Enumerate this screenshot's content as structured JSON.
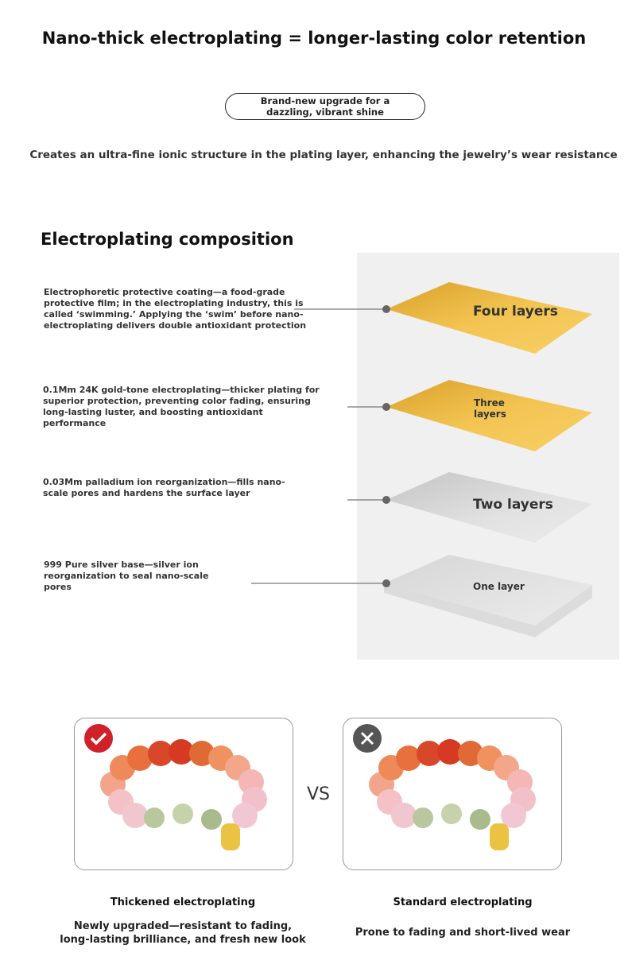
{
  "header": {
    "title": "Nano-thick electroplating = longer-lasting color retention",
    "pill": "Brand-new upgrade for a dazzling, vibrant shine",
    "subtitle": "Creates an ultra-fine ionic structure in the plating layer, enhancing the jewelry’s wear resistance"
  },
  "composition": {
    "heading": "Electroplating composition",
    "items": [
      {
        "desc": "Electrophoretic protective coating—a food-grade protective film; in the electroplating industry, this is called ‘swimming.’ Applying the ‘swim’ before nano-electroplating delivers double antioxidant protection",
        "layer": "Four layers",
        "color": "#e8b53a"
      },
      {
        "desc": "0.1Mm 24K gold-tone electroplating—thicker plating for superior protection, preventing color fading, ensuring long-lasting luster, and boosting antioxidant performance",
        "layer": "Three layers",
        "color": "#efbd45"
      },
      {
        "desc": "0.03Mm palladium ion reorganization—fills nano- scale pores and hardens the surface layer",
        "layer": "Two layers",
        "color": "#d2d2d2"
      },
      {
        "desc": "999 Pure silver base—silver ion reorganization to seal nano-scale pores",
        "layer": "One layer",
        "color": "#e4e4e4"
      }
    ]
  },
  "comparison": {
    "vs": "VS",
    "left": {
      "icon": "check-icon",
      "title": "Thickened electroplating",
      "desc": "Newly upgraded—resistant to fading, long-lasting brilliance, and fresh new look",
      "badge_color": "#d0202a"
    },
    "right": {
      "icon": "x-icon",
      "title": "Standard electroplating",
      "desc": "Prone to fading and short-lived wear",
      "badge_color": "#555555"
    }
  }
}
